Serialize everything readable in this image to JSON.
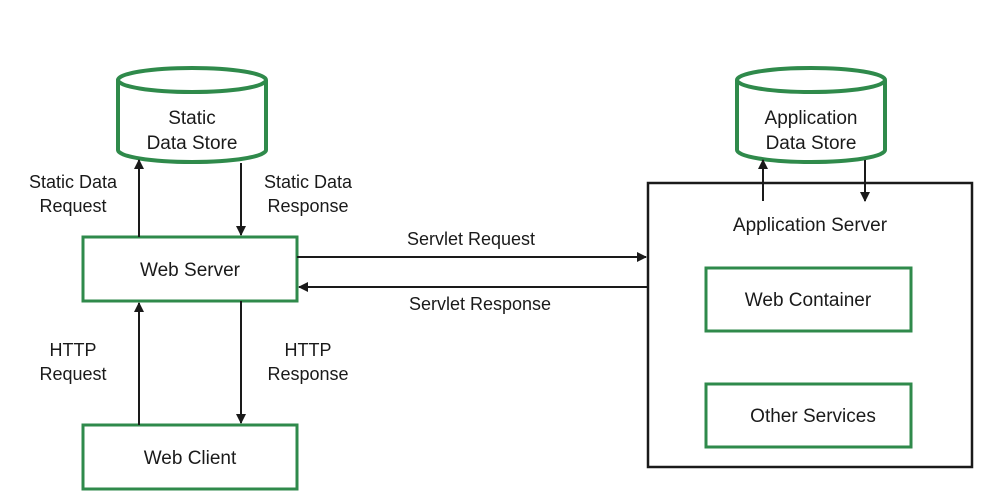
{
  "colors": {
    "accent_green": "#2f8a4b",
    "server_border": "#1a1a1a",
    "line": "#1a1a1a",
    "text": "#1a1a1a"
  },
  "nodes": {
    "static_store": {
      "line1": "Static",
      "line2": "Data Store"
    },
    "app_store": {
      "line1": "Application",
      "line2": "Data Store"
    },
    "web_server": "Web Server",
    "web_client": "Web Client",
    "app_server": "Application Server",
    "web_container": "Web Container",
    "other_services": "Other Services"
  },
  "edges": {
    "static_request": {
      "line1": "Static Data",
      "line2": "Request"
    },
    "static_response": {
      "line1": "Static Data",
      "line2": "Response"
    },
    "servlet_request": "Servlet Request",
    "servlet_response": "Servlet Response",
    "http_request": {
      "line1": "HTTP",
      "line2": "Request"
    },
    "http_response": {
      "line1": "HTTP",
      "line2": "Response"
    }
  }
}
